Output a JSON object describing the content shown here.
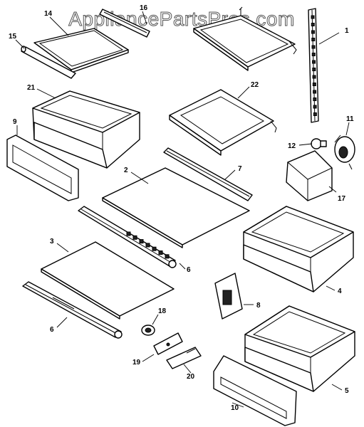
{
  "watermark": "AppliancePartsPros.com",
  "labels": {
    "p1": "1",
    "p2": "2",
    "p3": "3",
    "p4": "4",
    "p5": "5",
    "p6a": "6",
    "p6b": "6",
    "p7": "7",
    "p8": "8",
    "p9": "9",
    "p10": "10",
    "p11": "11",
    "p12": "12",
    "p14": "14",
    "p15": "15",
    "p16": "16",
    "p17": "17",
    "p18": "18",
    "p19": "19",
    "p20": "20",
    "p21": "21",
    "p22": "22"
  }
}
